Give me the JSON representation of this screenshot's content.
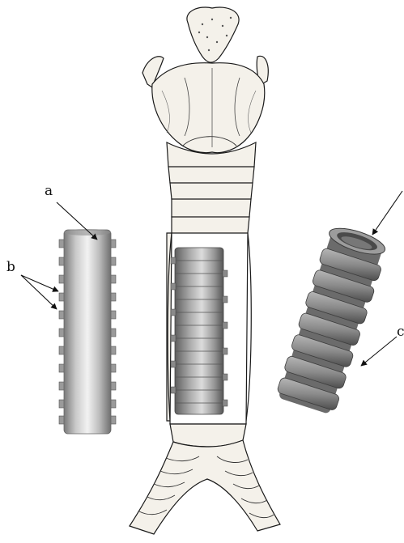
{
  "labels": {
    "a": "a",
    "b": "b",
    "c": "c"
  },
  "colors": {
    "line": "#1a1a1a",
    "stent_dark": "#6f6f6f",
    "stent_mid": "#a8a8a8",
    "stent_light": "#e8e8e8",
    "cartilage_fill": "#f4f1ea",
    "tissue_stipple": "#555555"
  }
}
